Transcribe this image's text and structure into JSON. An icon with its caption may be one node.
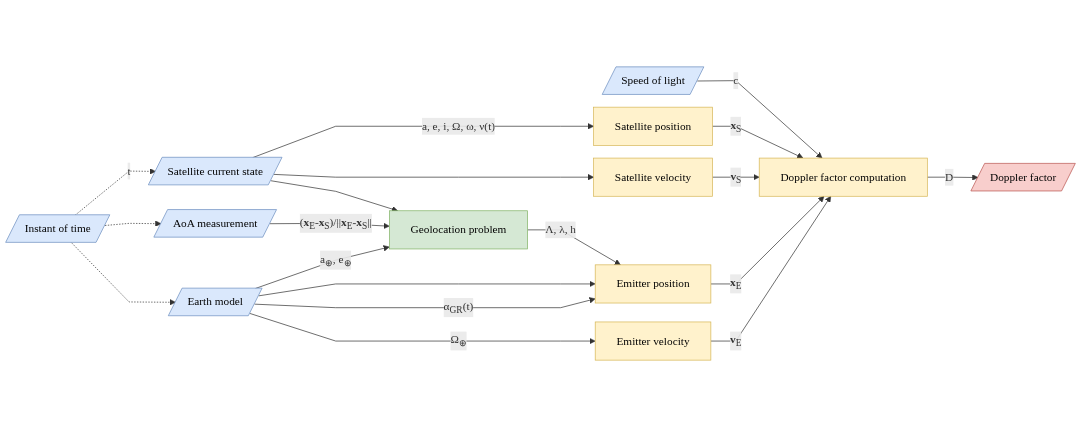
{
  "diagram": {
    "nodes": [
      {
        "text": [
          "Instant of time"
        ]
      },
      {
        "text": [
          "Satellite current state"
        ]
      },
      {
        "text": [
          "AoA measurement"
        ]
      },
      {
        "text": [
          "Earth model"
        ]
      },
      {
        "text": [
          "Speed of light"
        ]
      },
      {
        "text": [
          "Satellite position"
        ]
      },
      {
        "text": [
          "Satellite velocity"
        ]
      },
      {
        "text": [
          "Geolocation problem"
        ]
      },
      {
        "text": [
          "Emitter position"
        ]
      },
      {
        "text": [
          "Emitter velocity"
        ]
      },
      {
        "text": [
          "Doppler factor computation"
        ]
      },
      {
        "text": [
          "Doppler factor"
        ]
      }
    ],
    "edges": [
      {
        "from": 0,
        "to": 1,
        "arrow": "to",
        "style": "dashed",
        "label": "t"
      },
      {
        "from": 0,
        "to": 2,
        "arrow": "to",
        "style": "dashed"
      },
      {
        "from": 0,
        "to": 3,
        "arrow": "to",
        "style": "dashed"
      },
      {
        "from": 1,
        "to": 5,
        "arrow": "to",
        "label": "a, e, i, Ω, ω, ν(t)"
      },
      {
        "from": 1,
        "to": 6,
        "arrow": "to"
      },
      {
        "from": 1,
        "to": 7,
        "arrow": "to"
      },
      {
        "from": 2,
        "to": 7,
        "arrow": "to",
        "label": "(**x**$_{E}$-**x**$_{S}$)/||**x**$_{E}$-**x**$_{S}$||"
      },
      {
        "from": 3,
        "to": 7,
        "arrow": "to",
        "label": "a$_{⊕}$, e$_{⊕}$"
      },
      {
        "from": 3,
        "to": 8,
        "arrow": "to"
      },
      {
        "from": 3,
        "to": 8,
        "arrow": "to",
        "label": "α$_{GR}$(t)"
      },
      {
        "from": 3,
        "to": 9,
        "arrow": "to",
        "label": "Ω$_{⊕}$"
      },
      {
        "from": 7,
        "to": 8,
        "arrow": "to",
        "label": "Λ, λ, h"
      },
      {
        "from": 5,
        "to": 10,
        "arrow": "to",
        "label": "**x**$_{S}$"
      },
      {
        "from": 6,
        "to": 10,
        "arrow": "to",
        "label": "**v**$_{S}$"
      },
      {
        "from": 8,
        "to": 10,
        "arrow": "to",
        "label": "**x**$_{E}$"
      },
      {
        "from": 9,
        "to": 10,
        "arrow": "to",
        "label": "**v**$_{E}$"
      },
      {
        "from": 4,
        "to": 10,
        "arrow": "to",
        "label": "c"
      },
      {
        "from": 10,
        "to": 11,
        "arrow": "to",
        "label": "D"
      }
    ]
  }
}
